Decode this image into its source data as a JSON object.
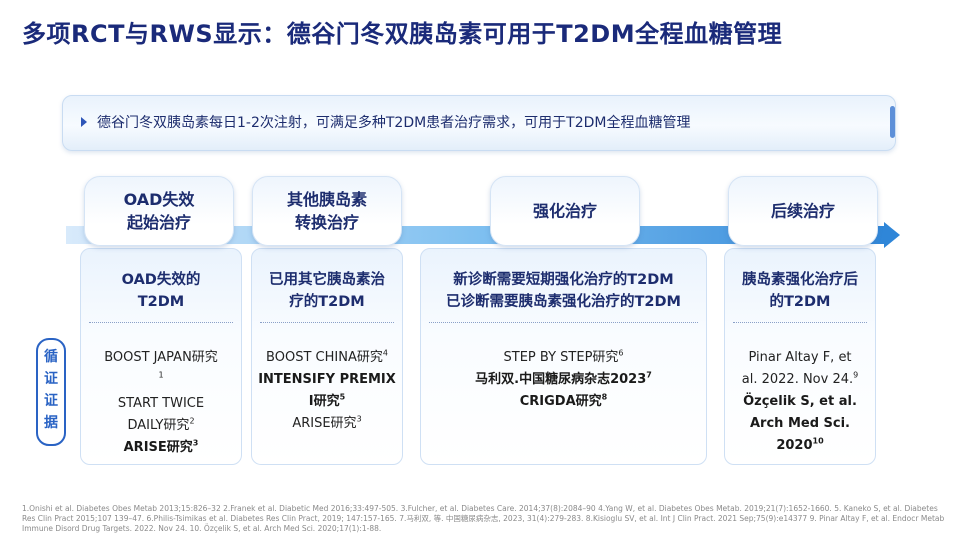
{
  "title": "多项RCT与RWS显示：德谷门冬双胰岛素可用于T2DM全程血糖管理",
  "banner": "德谷门冬双胰岛素每日1-2次注射，可满足多种T2DM患者治疗需求，可用于T2DM全程血糖管理",
  "side_label": [
    "循",
    "证",
    "证",
    "据"
  ],
  "stages": [
    {
      "label": [
        "OAD失效",
        "起始治疗"
      ]
    },
    {
      "label": [
        "其他胰岛素",
        "转换治疗"
      ]
    },
    {
      "label": [
        "强化治疗"
      ]
    },
    {
      "label": [
        "后续治疗"
      ]
    }
  ],
  "columns": [
    {
      "head": [
        "OAD失效的",
        "T2DM"
      ],
      "items": [
        {
          "text": "BOOST JAPAN研究",
          "sup": "1",
          "bold": false
        },
        {
          "text": "START TWICE DAILY研究",
          "sup": "2",
          "bold": false
        },
        {
          "text": "ARISE研究",
          "sup": "3",
          "bold": true
        }
      ]
    },
    {
      "head": [
        "已用其它胰岛素治",
        "疗的T2DM"
      ],
      "items": [
        {
          "text": "BOOST  CHINA研究",
          "sup": "4",
          "bold": false
        },
        {
          "text": "INTENSIFY PREMIX I研究",
          "sup": "5",
          "bold": true
        },
        {
          "text": "ARISE研究",
          "sup": "3",
          "bold": false
        }
      ]
    },
    {
      "head": [
        "新诊断需要短期强化治疗的T2DM",
        "已诊断需要胰岛素强化治疗的T2DM"
      ],
      "items": [
        {
          "text": "STEP BY STEP研究",
          "sup": "6",
          "bold": false
        },
        {
          "text": "马利双.中国糖尿病杂志2023",
          "sup": "7",
          "bold": true
        },
        {
          "text": "CRIGDA研究",
          "sup": "8",
          "bold": true
        }
      ]
    },
    {
      "head": [
        "胰岛素强化治疗后",
        "的T2DM"
      ],
      "items": [
        {
          "text": "Pinar Altay F, et al. 2022. Nov 24.",
          "sup": "9",
          "bold": false
        },
        {
          "text": "Özçelik S, et al. Arch Med Sci. 2020",
          "sup": "10",
          "bold": true
        }
      ]
    }
  ],
  "footer": "1.Onishi et al. Diabetes Obes Metab 2013;15:826–32  2.Franek et al. Diabetic Med 2016;33:497-505.  3.Fulcher, et al. Diabetes Care. 2014;37(8):2084–90  4.Yang W, et al. Diabetes Obes Metab. 2019;21(7):1652-1660. 5. Kaneko S, et al. Diabetes Res Clin Pract 2015;107 139–47.  6.Philis-Tsimikas et al. Diabetes Res Clin Pract, 2019; 147:157-165. 7.马利双, 等. 中国糖尿病杂志, 2023, 31(4):279-283.  8.Kisioglu SV, et al. Int J Clin Pract. 2021 Sep;75(9):e14377  9. Pinar Altay F, et al. Endocr Metab Immune Disord Drug Targets. 2022. Nov 24. 10. Özçelik S, et al. Arch Med Sci. 2020;17(1):1-88."
}
